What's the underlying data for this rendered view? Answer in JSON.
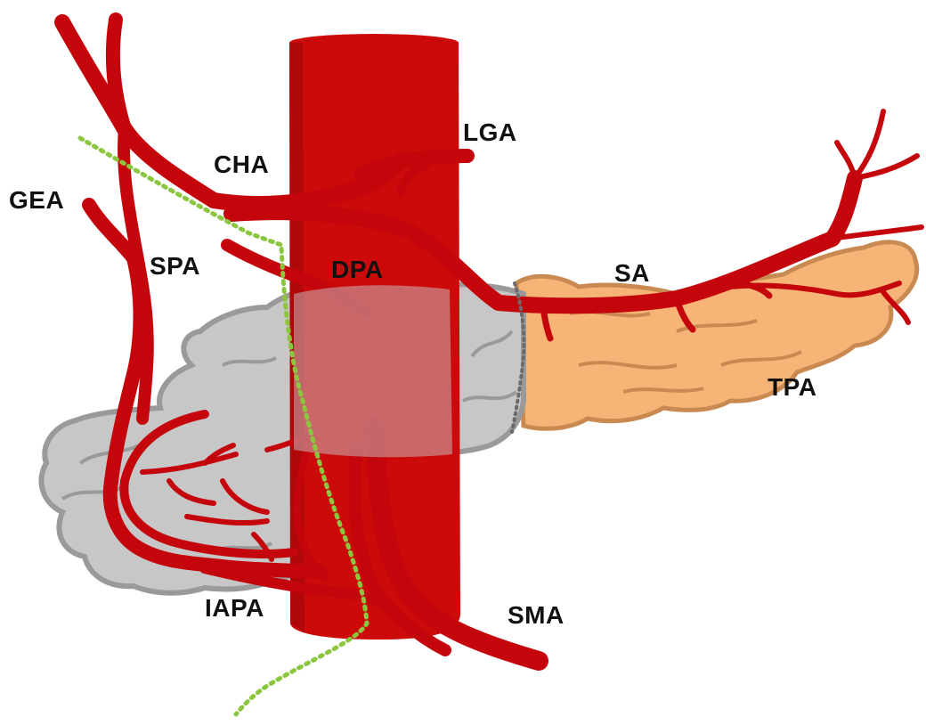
{
  "colors": {
    "artery": "#c4060c",
    "artery_dark": "#7a0306",
    "aorta": "#cc0a0a",
    "pancreas_head": "#c7c7c7",
    "pancreas_head_edge": "#9a9a9a",
    "pancreas_tail": "#f7b477",
    "pancreas_tail_edge": "#c98a52",
    "resection_line": "#8cc63f",
    "neck_margin": "#6b6b6b"
  },
  "labels": {
    "lga": "LGA",
    "cha": "CHA",
    "gea": "GEA",
    "spa": "SPA",
    "dpa": "DPA",
    "sa": "SA",
    "tpa": "TPA",
    "iapa": "IAPA",
    "sma": "SMA"
  }
}
